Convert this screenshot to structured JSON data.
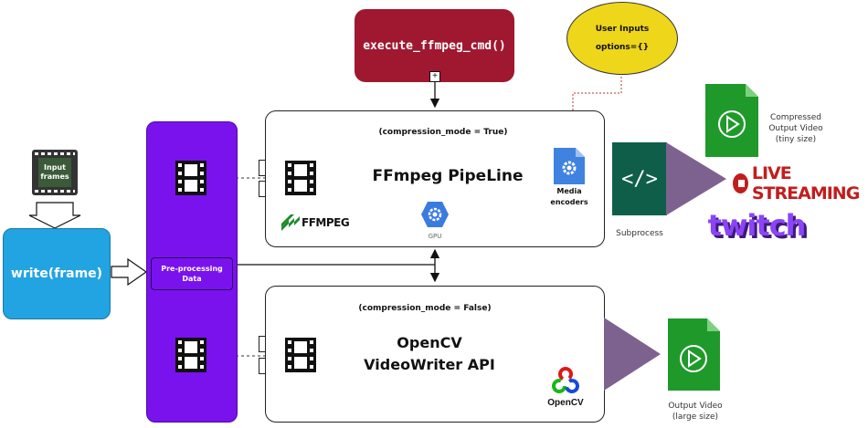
{
  "nodes": {
    "execute": "execute_ffmpeg_cmd()",
    "user_inputs": {
      "title": "User Inputs",
      "value": "options={}"
    },
    "input_frames": "Input frames",
    "write_frame": "write(frame)",
    "preprocessing": "Pre-processing Data",
    "ffmpeg_box": {
      "condition": "(compression_mode = True)",
      "title": "FFmpeg PipeLine",
      "logo": "FFMPEG",
      "gpu": "GPU",
      "encoders": "Media encoders"
    },
    "opencv_box": {
      "condition": "(compression_mode = False)",
      "title_line1": "OpenCV",
      "title_line2": "VideoWriter API",
      "logo": "OpenCV"
    },
    "subprocess": "Subprocess",
    "compressed_output": "Compressed Output Video (tiny size)",
    "output_video": "Output Video (large size)",
    "live_streaming": "LIVE STREAMING",
    "twitch": "twitch"
  },
  "colors": {
    "execute_box": "#a01830",
    "user_inputs": "#eed61a",
    "purple_column": "#7a12ee",
    "write_box": "#22a3e2",
    "subprocess_box": "#0f5e4a",
    "triangle": "#7d6290",
    "doc_green": "#1f9a2a",
    "live_red": "#c21d1d",
    "twitch_purple": "#8b44f7"
  },
  "icons": [
    "film-icon",
    "code-icon",
    "gear-icon",
    "play-document-icon",
    "live-dot-icon"
  ]
}
